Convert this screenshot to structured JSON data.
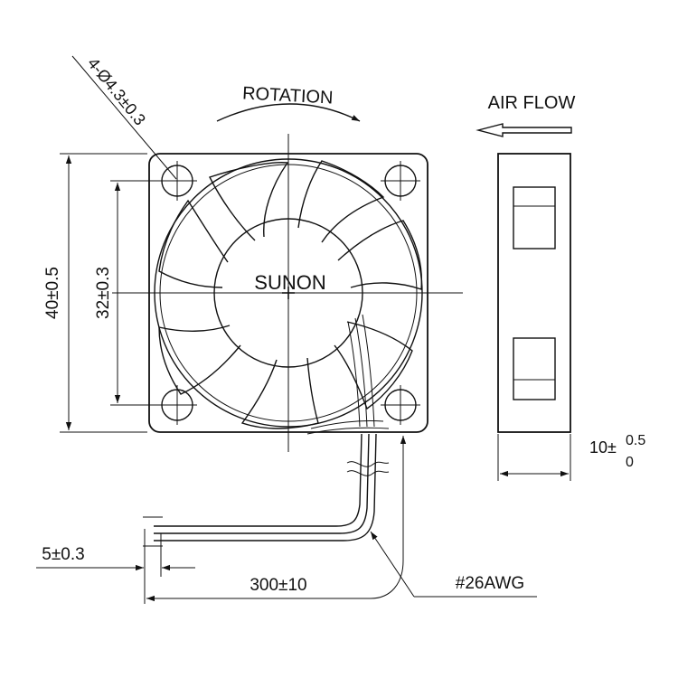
{
  "labels": {
    "rotation": "ROTATION",
    "air_flow": "AIR FLOW",
    "brand": "SUNON",
    "hole_spec": "4-Ø4.3±0.3",
    "outer_dim": "40±0.5",
    "hole_pitch": "32±0.3",
    "thickness_base": "10±",
    "thickness_upper": "0.5",
    "thickness_lower": "0",
    "lead_strip": "5±0.3",
    "lead_length": "300±10",
    "wire_gauge": "#26AWG"
  }
}
